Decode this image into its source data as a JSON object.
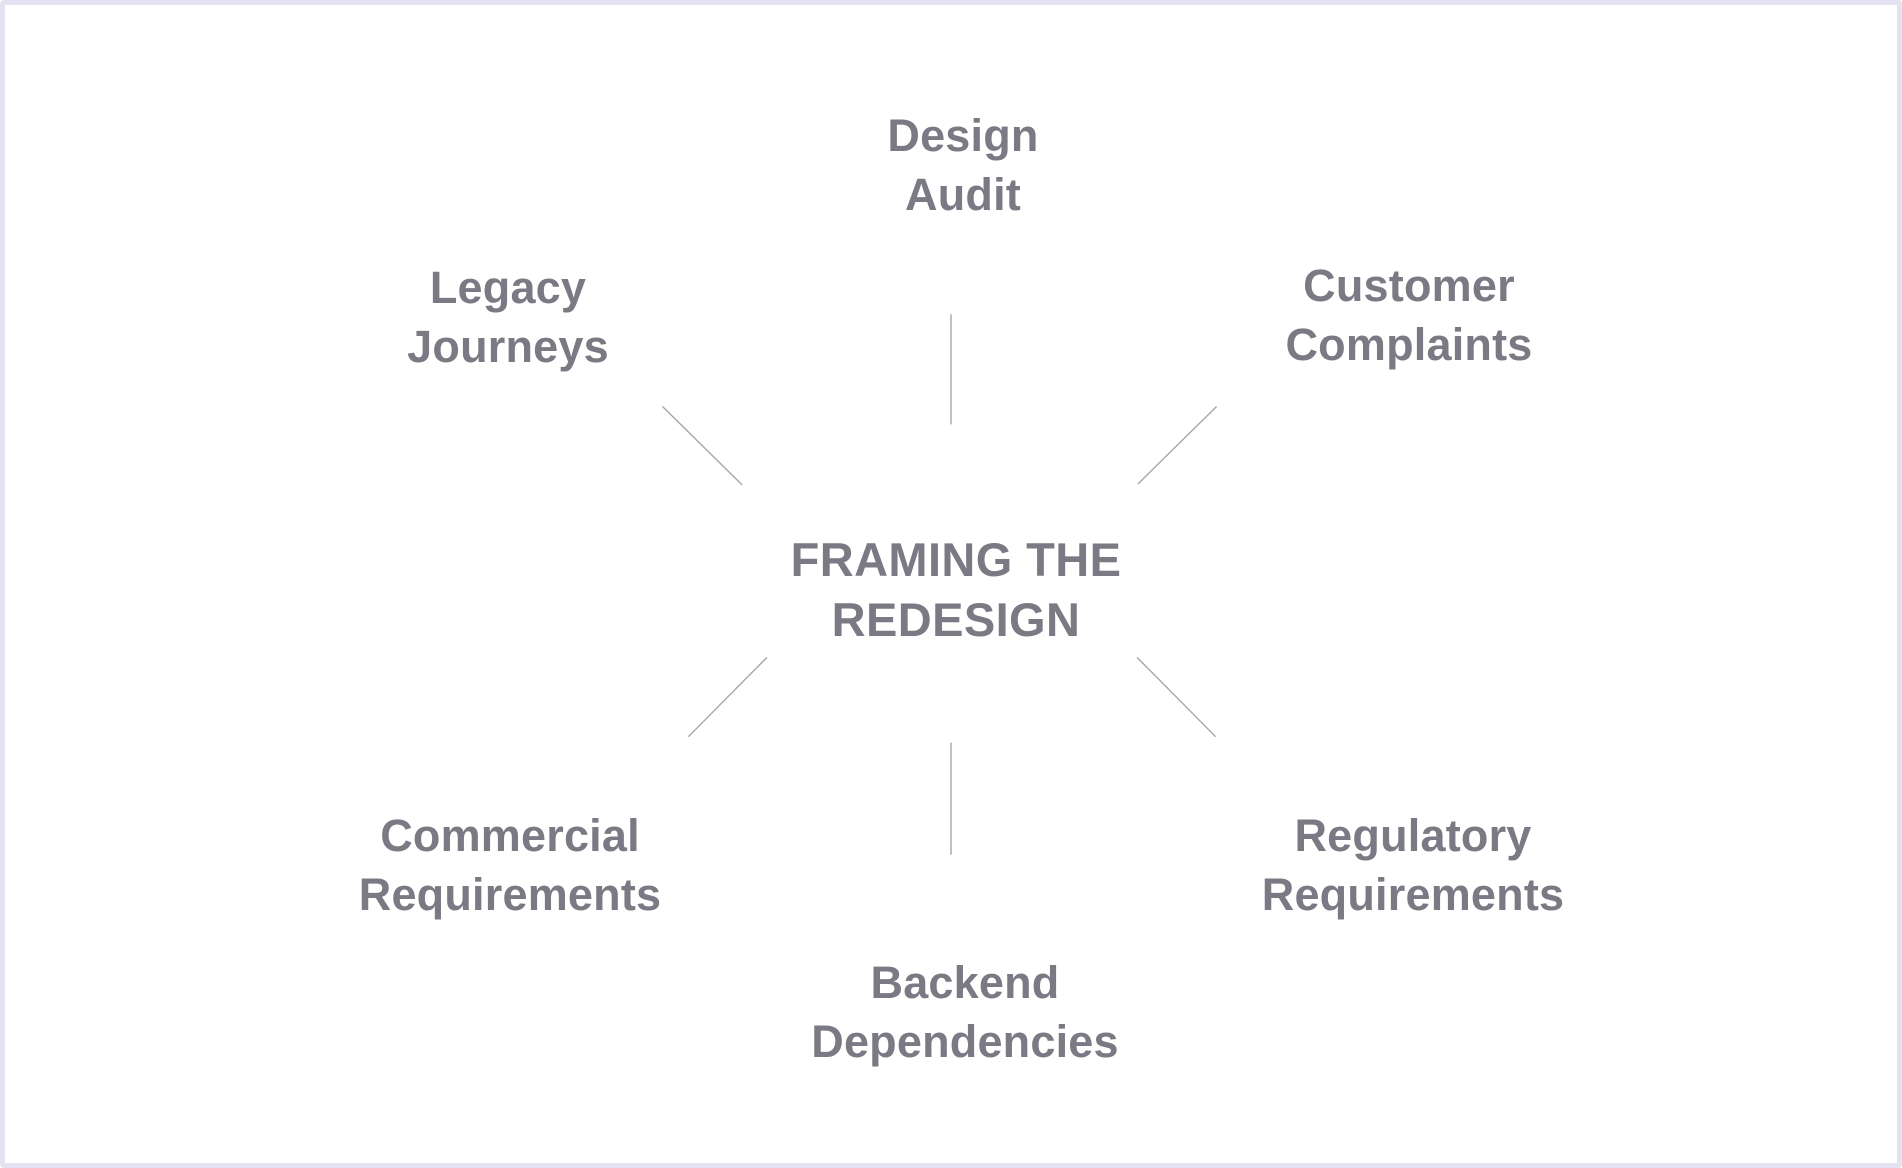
{
  "page": {
    "background_color": "#ffffff",
    "border_color": "#e3e2f0",
    "text_color": "#7b7983",
    "line_color": "#a6a5ab"
  },
  "diagram": {
    "type": "hub-and-spoke",
    "center": {
      "label": "FRAMING THE\nREDESIGN"
    },
    "nodes": [
      {
        "id": "design-audit",
        "position": "top",
        "label": "Design\nAudit"
      },
      {
        "id": "customer-complaints",
        "position": "top-right",
        "label": "Customer\nComplaints"
      },
      {
        "id": "regulatory-requirements",
        "position": "bottom-right",
        "label": "Regulatory\nRequirements"
      },
      {
        "id": "backend-dependencies",
        "position": "bottom",
        "label": "Backend\nDependencies"
      },
      {
        "id": "commercial-requirements",
        "position": "bottom-left",
        "label": "Commercial\nRequirements"
      },
      {
        "id": "legacy-journeys",
        "position": "top-left",
        "label": "Legacy\nJourneys"
      }
    ]
  }
}
